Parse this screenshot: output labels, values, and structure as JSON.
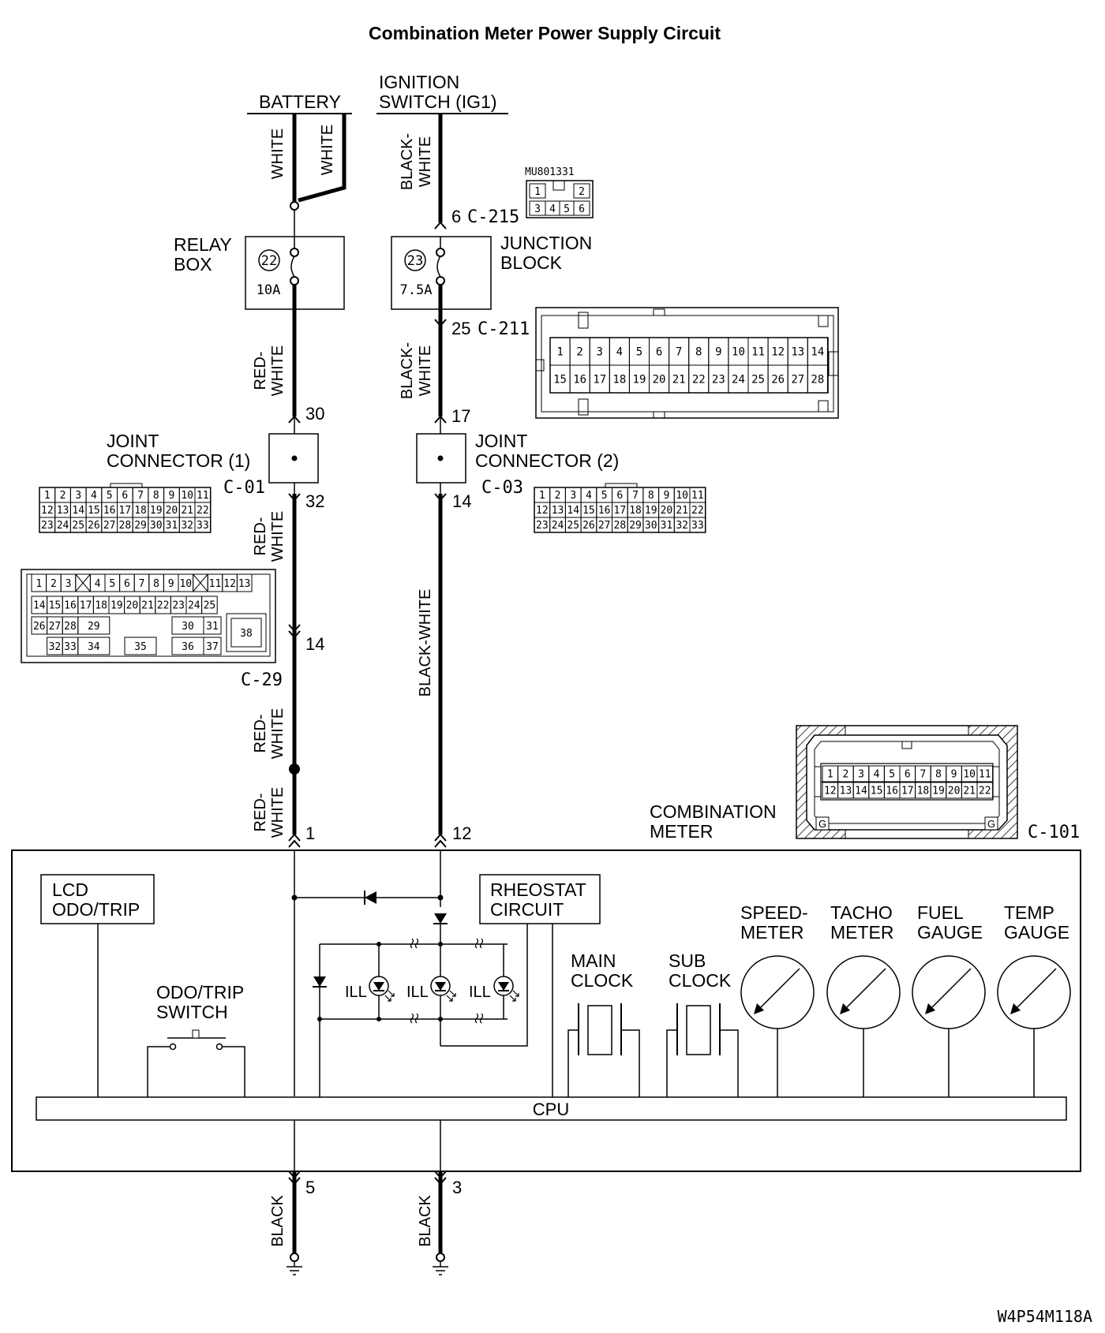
{
  "title": "Combination Meter Power Supply Circuit",
  "sources": {
    "battery": "BATTERY",
    "ignition_line1": "IGNITION",
    "ignition_line2": "SWITCH (IG1)"
  },
  "wires": {
    "white": "WHITE",
    "red_white_1": "RED-",
    "red_white_2": "WHITE",
    "black_white_1": "BLACK-",
    "black_white_2": "WHITE",
    "black_white_full": "BLACK-WHITE",
    "black": "BLACK"
  },
  "relay_box": {
    "label1": "RELAY",
    "label2": "BOX",
    "fuse_no": "22",
    "rating": "10A"
  },
  "junction_block": {
    "label1": "JUNCTION",
    "label2": "BLOCK",
    "fuse_no": "23",
    "rating": "7.5A"
  },
  "connectors": {
    "c215": {
      "pin": "6",
      "name": "C-215",
      "part": "MU801331",
      "pins": [
        "1",
        "2",
        "3",
        "4",
        "5",
        "6"
      ]
    },
    "c211": {
      "pin": "25",
      "name": "C-211",
      "row1": [
        "1",
        "2",
        "3",
        "4",
        "5",
        "6",
        "7",
        "8",
        "9",
        "10",
        "11",
        "12",
        "13",
        "14"
      ],
      "row2": [
        "15",
        "16",
        "17",
        "18",
        "19",
        "20",
        "21",
        "22",
        "23",
        "24",
        "25",
        "26",
        "27",
        "28"
      ]
    },
    "c01": {
      "label1": "JOINT",
      "label2": "CONNECTOR (1)",
      "name": "C-01",
      "pin_in": "30",
      "pin_out": "32"
    },
    "c03": {
      "label1": "JOINT",
      "label2": "CONNECTOR (2)",
      "name": "C-03",
      "pin_in": "17",
      "pin_out": "14"
    },
    "joint_rows": [
      [
        "1",
        "2",
        "3",
        "4",
        "5",
        "6",
        "7",
        "8",
        "9",
        "10",
        "11"
      ],
      [
        "12",
        "13",
        "14",
        "15",
        "16",
        "17",
        "18",
        "19",
        "20",
        "21",
        "22"
      ],
      [
        "23",
        "24",
        "25",
        "26",
        "27",
        "28",
        "29",
        "30",
        "31",
        "32",
        "33"
      ]
    ],
    "c29": {
      "name": "C-29",
      "pin": "14",
      "row1": [
        "1",
        "2",
        "3",
        "4",
        "5",
        "6",
        "7",
        "8",
        "9",
        "10",
        "11",
        "12",
        "13"
      ],
      "row2": [
        "14",
        "15",
        "16",
        "17",
        "18",
        "19",
        "20",
        "21",
        "22",
        "23",
        "24",
        "25"
      ],
      "row3": [
        "26",
        "27",
        "28",
        "29",
        "30",
        "31"
      ],
      "row4": [
        "32",
        "33",
        "34",
        "35",
        "36",
        "37"
      ],
      "big": "38"
    },
    "c101": {
      "name": "C-101",
      "pin_left": "1",
      "pin_right": "12",
      "row1": [
        "1",
        "2",
        "3",
        "4",
        "5",
        "6",
        "7",
        "8",
        "9",
        "10",
        "11"
      ],
      "row2": [
        "12",
        "13",
        "14",
        "15",
        "16",
        "17",
        "18",
        "19",
        "20",
        "21",
        "22"
      ],
      "ground_mark": "G"
    }
  },
  "meter": {
    "label1": "COMBINATION",
    "label2": "METER",
    "lcd1": "LCD",
    "lcd2": "ODO/TRIP",
    "switch1": "ODO/TRIP",
    "switch2": "SWITCH",
    "rheostat1": "RHEOSTAT",
    "rheostat2": "CIRCUIT",
    "ill": "ILL",
    "main_clock1": "MAIN",
    "main_clock2": "CLOCK",
    "sub_clock1": "SUB",
    "sub_clock2": "CLOCK",
    "gauges": [
      {
        "l1": "SPEED-",
        "l2": "METER"
      },
      {
        "l1": "TACHO",
        "l2": "METER"
      },
      {
        "l1": "FUEL",
        "l2": "GAUGE"
      },
      {
        "l1": "TEMP",
        "l2": "GAUGE"
      }
    ],
    "cpu": "CPU"
  },
  "grounds": {
    "left_pin": "5",
    "right_pin": "3"
  },
  "figure_code": "W4P54M118A"
}
